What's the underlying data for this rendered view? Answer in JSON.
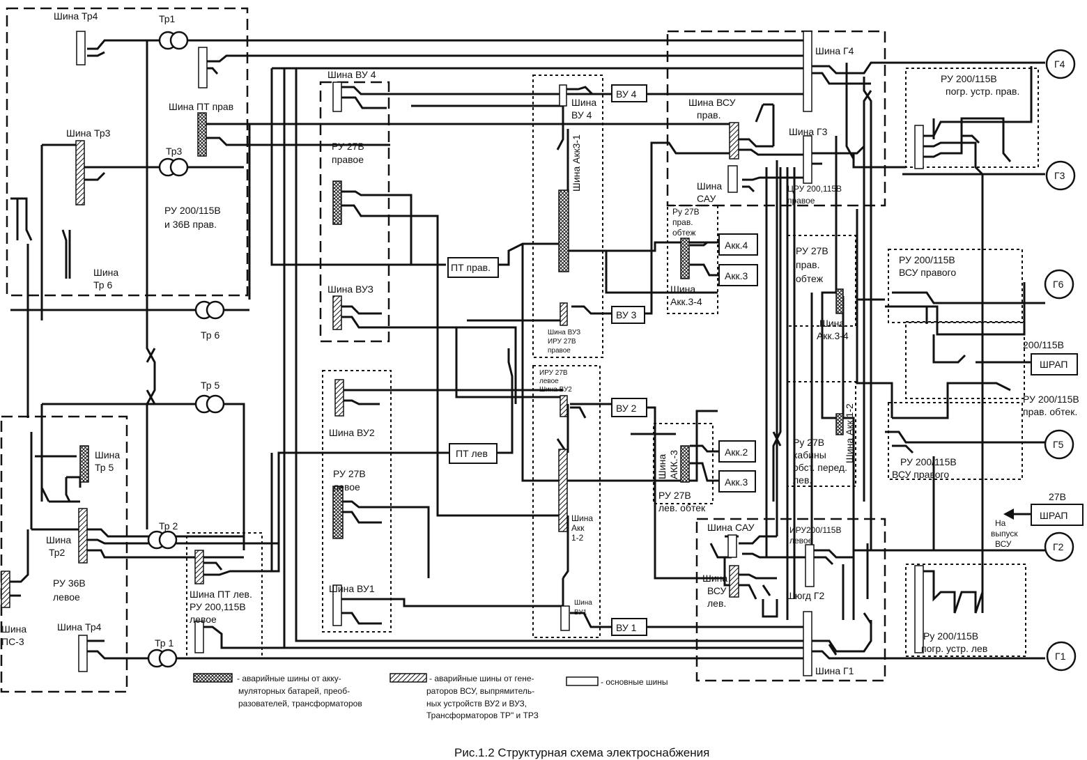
{
  "caption": "Рис.1.2 Структурная схема электроснабжения",
  "labels": {
    "shina_tr4_top": "Шина Тр4",
    "tr1_top": "Тр1",
    "shina_pt_prav": "Шина ПТ прав",
    "shina_tr3": "Шина Тр3",
    "tr3": "Тр3",
    "ru200_prav_1": "РУ 200/115В",
    "ru200_prav_2": "и 36В прав.",
    "shina_tr6_1": "Шина",
    "shina_tr6_2": "Тр 6",
    "tr6": "Тр 6",
    "tr5": "Тр 5",
    "shina_tr5_1": "Шина",
    "shina_tr5_2": "Тр 5",
    "shina_tr2_1": "Шина",
    "shina_tr2_2": "Тр2",
    "tr2": "Тр 2",
    "ru36_lev_1": "РУ 36В",
    "ru36_lev_2": "левое",
    "shina_ps3_1": "Шина",
    "shina_ps3_2": "ПС-3",
    "shina_tr4_bottom": "Шина Тр4",
    "tr1_bottom": "Тр 1",
    "shina_pt_lev": "Шина ПТ лев.",
    "ru200_lev_1": "РУ 200,115В",
    "ru200_lev_2": "левое",
    "shina_vu4": "Шина ВУ 4",
    "ru27_prav_1": "РУ 27В",
    "ru27_prav_2": "правое",
    "shina_vu3": "Шина ВУЗ",
    "shina_vu2": "Шина ВУ2",
    "ru27_lev_1": "РУ 27В",
    "ru27_lev_2": "левое",
    "shina_vu1": "Шина ВУ1",
    "shina_vu4_small_1": "Шина",
    "shina_vu4_small_2": "ВУ 4",
    "shina_akk31": "Шина Акк3-1",
    "shina_vu3_small_1": "Шина ВУЗ",
    "shina_vu3_small_2": "ИРУ 27В",
    "shina_vu3_small_3": "правое",
    "iru27_lev_1": "ИРУ 27В",
    "iru27_lev_2": "левое",
    "iru27_lev_3": "Шина ВУ2",
    "shina_akk12_1": "Шина",
    "shina_akk12_2": "Акк",
    "shina_akk12_3": "1-2",
    "shina_vu1_small_1": "Шина",
    "shina_vu1_small_2": "ВУ1",
    "vu4": "ВУ 4",
    "vu3": "ВУ 3",
    "vu2": "ВУ 2",
    "vu1": "ВУ 1",
    "pt_prav": "ПТ прав.",
    "pt_lev": "ПТ лев",
    "shina_vsu_prav_1": "Шина ВСУ",
    "shina_vsu_prav_2": "прав.",
    "shina_sau_top_1": "Шина",
    "shina_sau_top_2": "САУ",
    "ru27_obtezh_1": "Ру 27В",
    "ru27_obtezh_2": "прав.",
    "ru27_obtezh_3": "обтеж",
    "akk4": "Акк.4",
    "akk3_top": "Акк.3",
    "shina_akk34_1": "Шина",
    "shina_akk34_2": "Акк.3-4",
    "shina_akk3_1": "Шина",
    "shina_akk3_2": "АКК.-3",
    "akk2": "Акк.2",
    "akk3_bottom": "Акк.3",
    "ru27_lev_obtek": "РУ 27В",
    "ru27_lev_obtek_2": "лев. обтек",
    "shina_sau_bottom": "Шина САУ",
    "shina_vsu_lev_1": "Шина",
    "shina_vsu_lev_2": "ВСУ",
    "shina_vsu_lev_3": "лев.",
    "shina_g4": "Шина Г4",
    "shina_g3": "Шина Г3",
    "tsru_1": "ЦРУ 200,115В",
    "tsru_2": "правое",
    "ru27_prav_obtezh_1": "РУ 27В",
    "ru27_prav_obtezh_2": "прав.",
    "ru27_prav_obtezh_3": "обтеж",
    "shina_akk34_r_1": "Шина",
    "shina_akk34_r_2": "Акк.3-4",
    "ru27_kab_1": "Ру 27В",
    "ru27_kab_2": "кабины",
    "ru27_kab_3": "обст. перед.",
    "ru27_kab_4": "лев.",
    "shina_akk12_r": "Шина Акк 1-2",
    "iru200_1": "ИРУ200/115В",
    "iru200_2": "левое",
    "shyugd_g2": "Шюгд Г2",
    "shina_g1": "Шина Г1",
    "ru200_pogr_prav_1": "РУ 200/115В",
    "ru200_pogr_prav_2": "погр. устр. прав.",
    "ru200_vsu_prav_top_1": "РУ 200/115В",
    "ru200_vsu_prav_top_2": "ВСУ правого",
    "shrap_200_label": "200/115В",
    "shrap": "ШРАП",
    "ru200_prav_obtek_1": "РУ 200/115В",
    "ru200_prav_obtek_2": "прав. обтек.",
    "ru200_vsu_prav_bot_1": "РУ 200/115В",
    "ru200_vsu_prav_bot_2": "ВСУ правого",
    "v27": "27В",
    "shrap2": "ШРАП",
    "na_vypusk_1": "На",
    "na_vypusk_2": "выпуск",
    "na_vypusk_3": "ВСУ",
    "ru200_pogr_lev_1": "Ру 200/115В",
    "ru200_pogr_lev_2": "погр. устр. лев",
    "g4": "Г4",
    "g3": "Г3",
    "g6": "Г6",
    "g5": "Г5",
    "g2": "Г2",
    "g1": "Г1"
  },
  "legend": {
    "cross_1": "- аварийные шины от акку-",
    "cross_2": "муляторных батарей, преоб-",
    "cross_3": "разователей, трансформаторов",
    "hatch_1": "- аварийные шины от гене-",
    "hatch_2": "раторов ВСУ, выпрямитель-",
    "hatch_3": "ных устройств ВУ2 и ВУЗ,",
    "hatch_4": "Трансформаторов ТР\" и ТРЗ",
    "plain": "- основные шины"
  }
}
